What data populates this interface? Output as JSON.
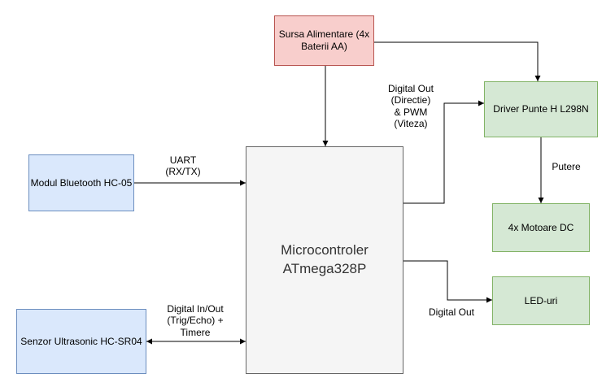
{
  "colors": {
    "blue_fill": "#dae8fc",
    "blue_stroke": "#6c8ebf",
    "red_fill": "#f8cecc",
    "red_stroke": "#b85450",
    "green_fill": "#d5e8d4",
    "green_stroke": "#82b366",
    "gray_fill": "#f5f5f5",
    "gray_stroke": "#666666",
    "edge": "#000000"
  },
  "nodes": {
    "power": "Sursa Alimentare (4x\nBaterii AA)",
    "bluetooth": "Modul Bluetooth HC-05",
    "ultrasonic": "Senzor Ultrasonic HC-SR04",
    "mcu": "Microcontroler\nATmega328P",
    "driver": "Driver Punte H L298N",
    "motors": "4x Motoare DC",
    "leds": "LED-uri"
  },
  "edges": {
    "uart": "UART\n(RX/TX)",
    "ultrasonic_io": "Digital In/Out\n(Trig/Echo) +\nTimere",
    "driver_ctrl": "Digital Out\n(Directie)\n& PWM\n(Viteza)",
    "power_out": "Putere",
    "led_out": "Digital Out"
  }
}
